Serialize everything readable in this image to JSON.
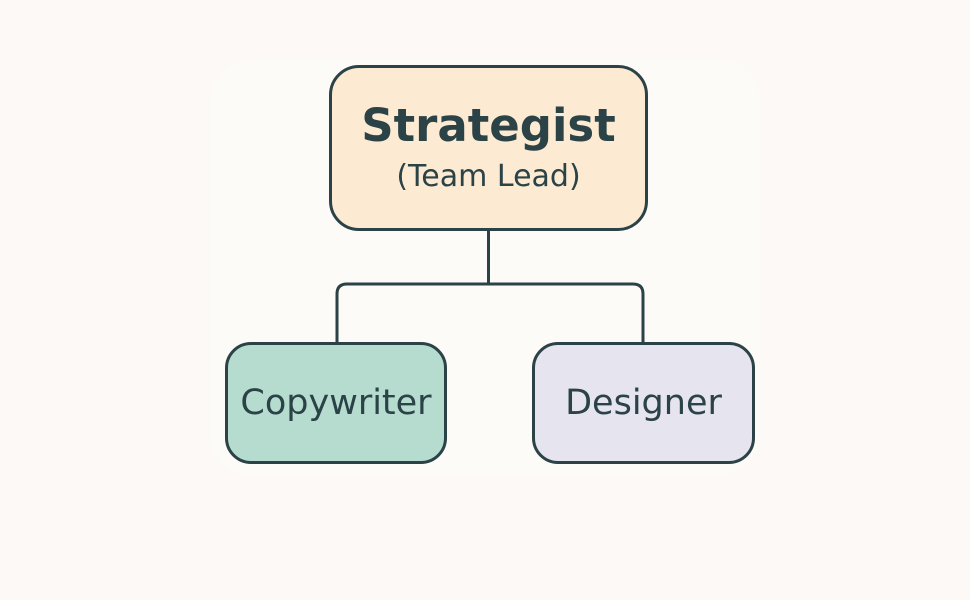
{
  "diagram": {
    "nodes": [
      {
        "id": "strategist",
        "title": "Strategist",
        "subtitle": "(Team Lead)",
        "fill": "#fcebd2"
      },
      {
        "id": "copywriter",
        "title": "Copywriter",
        "fill": "#b5dccf"
      },
      {
        "id": "designer",
        "title": "Designer",
        "fill": "#e6e4ef"
      }
    ],
    "edges": [
      {
        "from": "strategist",
        "to": "copywriter"
      },
      {
        "from": "strategist",
        "to": "designer"
      }
    ],
    "colors": {
      "stroke": "#2b4247",
      "text": "#2b4247",
      "background": "#fcf9f6"
    }
  }
}
